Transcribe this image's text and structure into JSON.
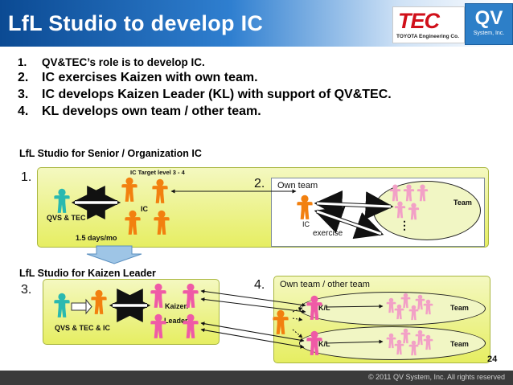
{
  "slide": {
    "title": "LfL Studio to develop IC",
    "page_number": "24",
    "copyright": "© 2011 QV System, Inc. All rights reserved"
  },
  "logos": {
    "tec": {
      "word": "TEC",
      "subtitle": "TOYOTA Engineering Co."
    },
    "qv": {
      "word": "QV",
      "subtitle": "System, Inc."
    }
  },
  "points": [
    {
      "num": "1.",
      "text": "QV&TEC’s role is to develop IC."
    },
    {
      "num": "2.",
      "text": "IC exercises Kaizen with own team."
    },
    {
      "num": "3.",
      "text": "IC develops Kaizen Leader (KL) with support of QV&TEC."
    },
    {
      "num": "4.",
      "text": "KL develops  own team / other team."
    }
  ],
  "section_senior": {
    "title": "LfL Studio for Senior / Organization IC",
    "step1": "1.",
    "ic_target": "IC Target  level 3 - 4",
    "ic_label": "IC",
    "qvs_label": "QVS & TEC",
    "days_label": "1.5 days/mo",
    "step2": "2.",
    "own_team_title": "Own team",
    "ic_small": "IC",
    "exercise_label": "exercise",
    "team_label": "Team",
    "dots": "⋮"
  },
  "section_kaizen": {
    "title": "LfL Studio for Kaizen Leader",
    "step3": "3.",
    "qvs_label": "QVS & TEC & IC",
    "kaizen_label": "Kaizen",
    "leaders_label": "Leaders",
    "step4": "4.",
    "own_other_title": "Own team / other team",
    "kl_top": "K/L",
    "kl_bottom": "K/L",
    "team_top": "Team",
    "team_bottom": "Team"
  },
  "colors": {
    "title_bar": "#0b4a93",
    "qvs_person": "#29b9b0",
    "ic_person": "#f2800f",
    "team_person": "#f2a0c6",
    "leader_person": "#ef5aa6",
    "panel": "#e6ee62",
    "arrow": "#111111"
  }
}
